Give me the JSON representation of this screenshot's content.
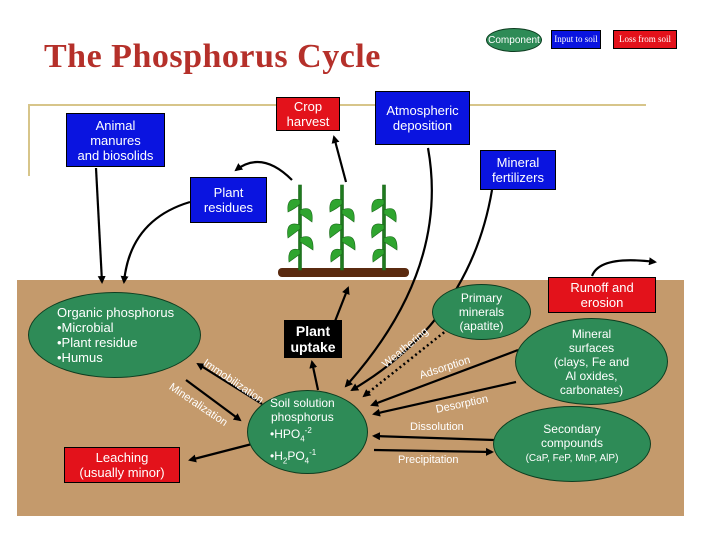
{
  "legend": {
    "component": "Component",
    "input": "Input to soil",
    "loss": "Loss from soil"
  },
  "title": "The Phosphorus Cycle",
  "inputs": {
    "animal_manures": "Animal\nmanures\nand biosolids",
    "plant_residues": "Plant\nresidues",
    "atmospheric": "Atmospheric\ndeposition",
    "mineral_fertilizers": "Mineral\nfertilizers"
  },
  "losses": {
    "crop_harvest": "Crop\nharvest",
    "runoff": "Runoff and\nerosion",
    "leaching": "Leaching\n(usually minor)"
  },
  "plant_uptake": "Plant\nuptake",
  "components": {
    "organic": "Organic phosphorus\n•Microbial\n•Plant residue\n•Humus",
    "primary": "Primary\nminerals\n(apatite)",
    "mineral_surfaces": "Mineral\nsurfaces\n(clays, Fe and\nAl oxides,\ncarbonates)",
    "soil_solution_title": "Soil solution\nphosphorus",
    "hpo4": "•HPO",
    "hpo4_sub": "4",
    "hpo4_sup": "-2",
    "h2po4_a": "•H",
    "h2po4_sub1": "2",
    "h2po4_b": "PO",
    "h2po4_sub2": "4",
    "h2po4_sup": "-1",
    "secondary": "Secondary\ncompounds",
    "secondary_detail": "(CaP, FeP, MnP, AlP)"
  },
  "processes": {
    "immobilization": "Immobilization",
    "mineralization": "Mineralization",
    "weathering": "Weathering",
    "adsorption": "Adsorption",
    "desorption": "Desorption",
    "dissolution": "Dissolution",
    "precipitation": "Precipitation"
  },
  "colors": {
    "title": "#b5302a",
    "component": "#2e8b57",
    "input": "#0a14e0",
    "loss": "#e3121b",
    "soil": "#c49a6c",
    "plant": "#2fa52f"
  }
}
